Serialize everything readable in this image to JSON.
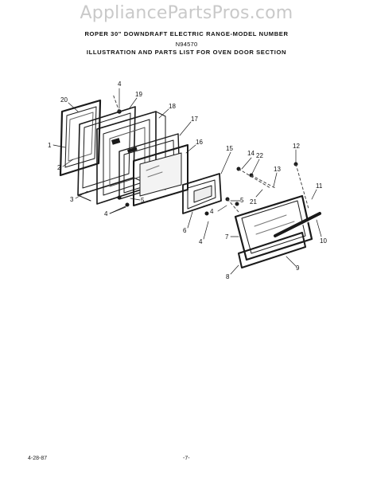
{
  "watermark": "AppliancePartsPros.com",
  "header": {
    "line1": "ROPER 30\" DOWNDRAFT ELECTRIC RANGE-MODEL NUMBER",
    "line2": "N94570",
    "line3": "ILLUSTRATION AND PARTS LIST FOR OVEN DOOR SECTION"
  },
  "callouts": [
    "1",
    "2",
    "3",
    "4",
    "4",
    "4",
    "4",
    "5",
    "5",
    "6",
    "7",
    "8",
    "9",
    "10",
    "11",
    "12",
    "13",
    "14",
    "15",
    "16",
    "17",
    "18",
    "19",
    "20",
    "21",
    "22"
  ],
  "footer": {
    "date": "4-28-87",
    "page": "-7-"
  }
}
